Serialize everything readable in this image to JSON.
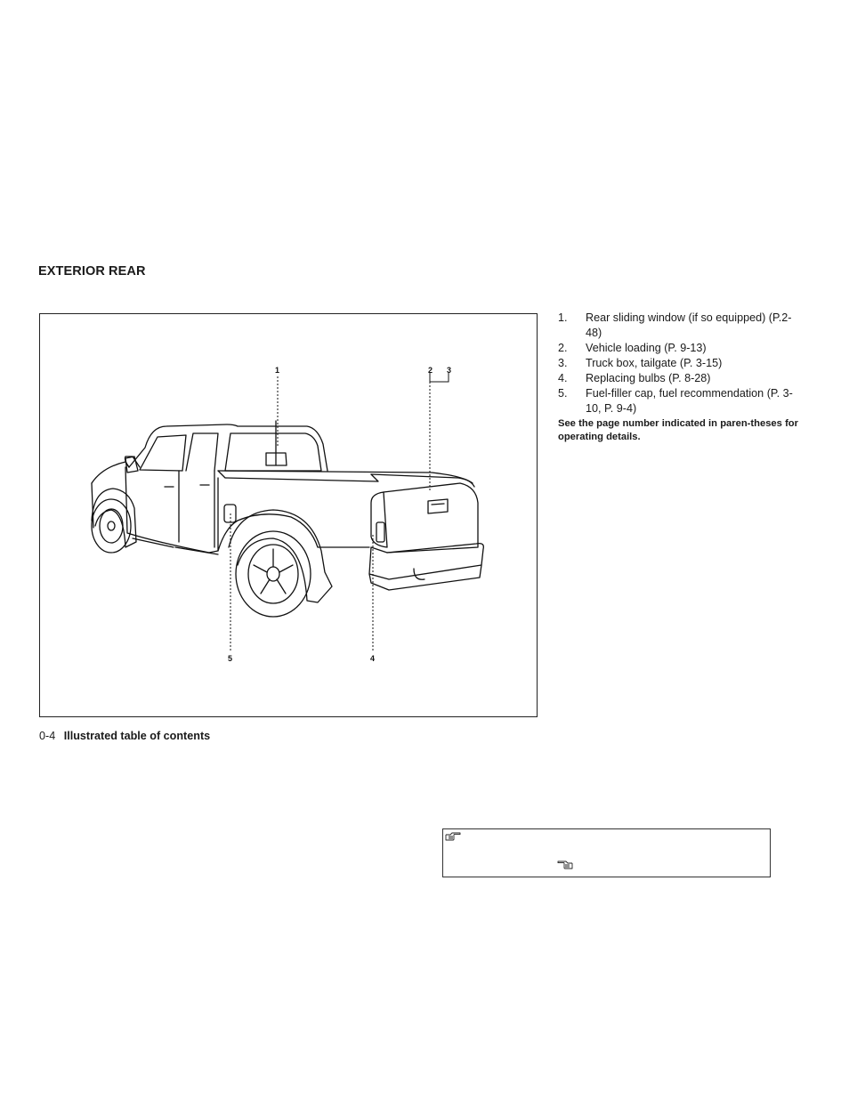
{
  "section": {
    "title": "EXTERIOR REAR"
  },
  "figure": {
    "callouts": [
      "1",
      "2",
      "3",
      "4",
      "5"
    ]
  },
  "items": [
    {
      "num": "1.",
      "text": "Rear sliding window (if so equipped) (P.2-48)"
    },
    {
      "num": "2.",
      "text": "Vehicle loading (P. 9-13)"
    },
    {
      "num": "3.",
      "text": "Truck box, tailgate (P. 3-15)"
    },
    {
      "num": "4.",
      "text": "Replacing bulbs (P. 8-28)"
    },
    {
      "num": "5.",
      "text": "Fuel-filler cap, fuel recommendation (P. 3-10, P. 9-4)"
    }
  ],
  "note": "See the page number indicated in paren-theses for operating details.",
  "footer": {
    "page_number": "0-4",
    "chapter": "Illustrated table of contents"
  },
  "legend_icons": [
    "pointing-hand-icon",
    "pointing-hand-icon"
  ]
}
